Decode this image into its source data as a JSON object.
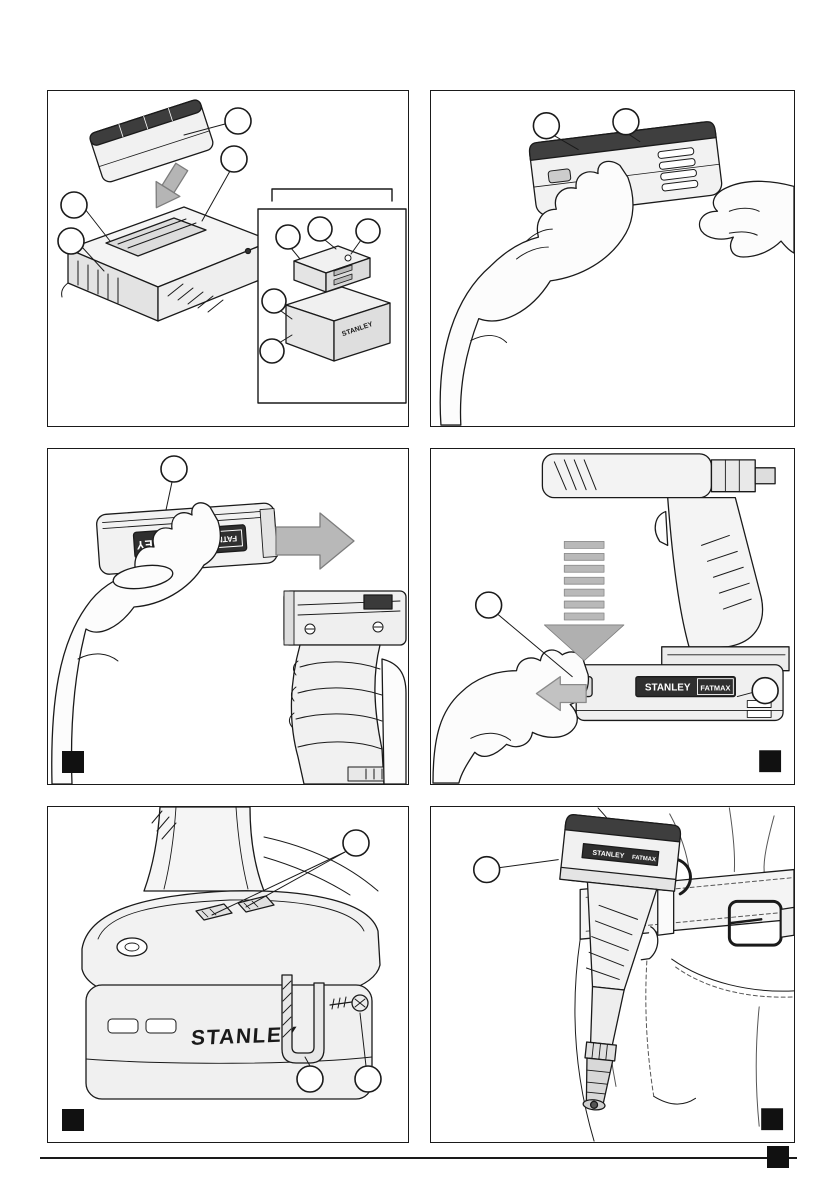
{
  "page": {
    "kind": "instruction-manual-illustration-page",
    "background": "#ffffff",
    "ink": "#1a1a1a"
  },
  "brand": {
    "name": "STANLEY",
    "sub": "FATMAX"
  },
  "colors": {
    "arrow": "#b5b5b5",
    "corner_marker": "#111111",
    "callout_fill": "#ffffff"
  },
  "panels": [
    {
      "key": "A",
      "figure": "battery-charger-with-battery-and-usb-adapter-inset",
      "callouts": 9,
      "corner_marker": false
    },
    {
      "key": "B",
      "figure": "hands-holding-usb-charging-adapter",
      "callouts": 2,
      "corner_marker": false
    },
    {
      "key": "C",
      "figure": "sliding-battery-into-tool-handle",
      "callouts": 1,
      "corner_marker": true
    },
    {
      "key": "D",
      "figure": "pressing-release-and-removing-battery-from-drill",
      "callouts": 2,
      "corner_marker": true
    },
    {
      "key": "E",
      "figure": "belt-hook-and-screw-detail-on-tool-base",
      "callouts": 3,
      "corner_marker": true
    },
    {
      "key": "F",
      "figure": "drill-hanging-from-belt-hook-on-waist",
      "callouts": 1,
      "corner_marker": true
    }
  ],
  "footer": {
    "rule": true,
    "page_marker": true
  }
}
